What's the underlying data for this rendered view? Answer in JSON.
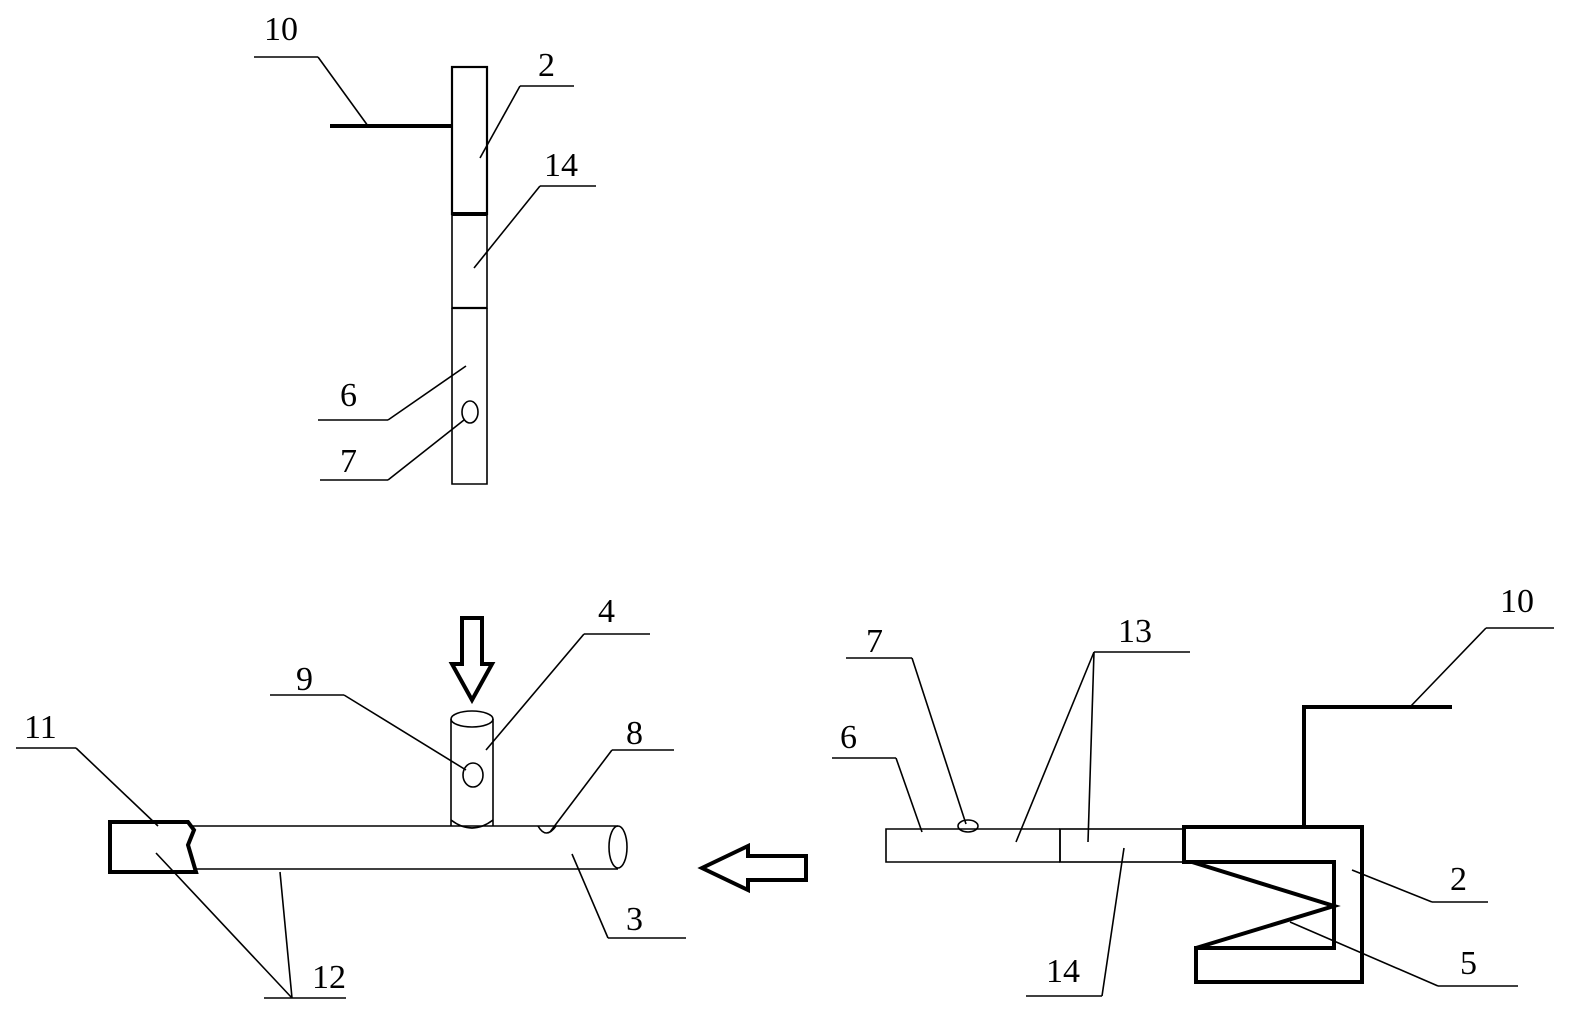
{
  "labels": {
    "top_view": {
      "rod_10": "10",
      "part_2": "2",
      "part_14": "14",
      "part_6": "6",
      "hole_7": "7"
    },
    "bottom_left": {
      "handle_11": "11",
      "hole_9": "9",
      "tube_4": "4",
      "notch_8": "8",
      "shaft_12": "12",
      "pipe_3": "3"
    },
    "bottom_right": {
      "rod_10": "10",
      "hole_7": "7",
      "part_13": "13",
      "part_6": "6",
      "part_2": "2",
      "spring_5": "5",
      "part_14": "14"
    }
  },
  "arrows": {
    "insert_direction": "down",
    "move_direction": "left"
  }
}
